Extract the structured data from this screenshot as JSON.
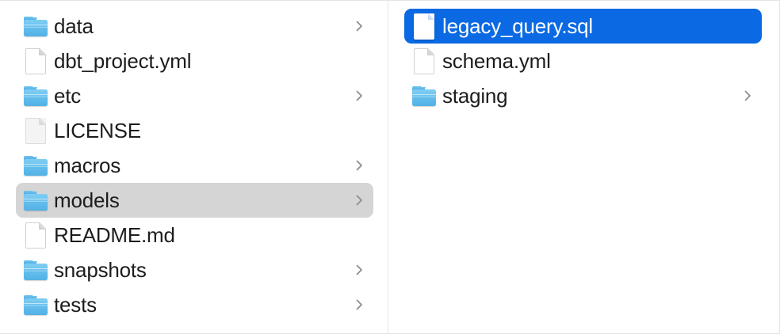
{
  "app": {
    "name": "Finder",
    "view": "column-view",
    "accent_selected_color": "#0a69e3",
    "inactive_selected_color": "#d5d5d5",
    "folder_icon_color": "#5fb9e9",
    "divider_color": "#e3e4e6",
    "text_color": "#1d1d1f",
    "selected_text_color": "#ffffff"
  },
  "columns": [
    {
      "name": "parent-column",
      "items": [
        {
          "label": "data",
          "icon": "folder-icon",
          "kind": "folder",
          "chevron": true,
          "state": "normal"
        },
        {
          "label": "dbt_project.yml",
          "icon": "file-icon",
          "kind": "file",
          "chevron": false,
          "state": "normal"
        },
        {
          "label": "etc",
          "icon": "folder-icon",
          "kind": "folder",
          "chevron": true,
          "state": "normal"
        },
        {
          "label": "LICENSE",
          "icon": "file-icon",
          "kind": "file",
          "chevron": false,
          "state": "dim"
        },
        {
          "label": "macros",
          "icon": "folder-icon",
          "kind": "folder",
          "chevron": true,
          "state": "normal"
        },
        {
          "label": "models",
          "icon": "folder-icon",
          "kind": "folder",
          "chevron": true,
          "state": "selected-inactive"
        },
        {
          "label": "README.md",
          "icon": "file-icon",
          "kind": "file",
          "chevron": false,
          "state": "normal"
        },
        {
          "label": "snapshots",
          "icon": "folder-icon",
          "kind": "folder",
          "chevron": true,
          "state": "normal"
        },
        {
          "label": "tests",
          "icon": "folder-icon",
          "kind": "folder",
          "chevron": true,
          "state": "normal"
        }
      ]
    },
    {
      "name": "child-column",
      "items": [
        {
          "label": "legacy_query.sql",
          "icon": "file-icon",
          "kind": "file",
          "chevron": false,
          "state": "selected-active"
        },
        {
          "label": "schema.yml",
          "icon": "file-icon",
          "kind": "file",
          "chevron": false,
          "state": "normal"
        },
        {
          "label": "staging",
          "icon": "folder-icon",
          "kind": "folder",
          "chevron": true,
          "state": "normal"
        }
      ]
    }
  ]
}
